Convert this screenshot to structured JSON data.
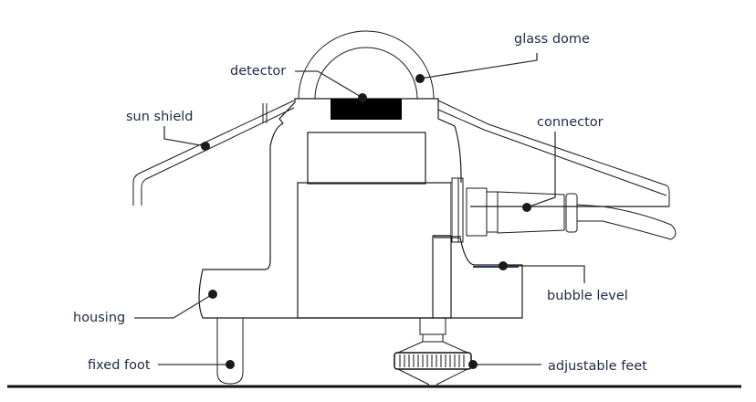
{
  "diagram": {
    "title": "Pyranometer cross-section",
    "labels": {
      "glass_dome": "glass dome",
      "detector": "detector",
      "sun_shield": "sun shield",
      "connector": "connector",
      "bubble_level": "bubble level",
      "housing": "housing",
      "fixed_foot": "fixed foot",
      "adjustable_feet": "adjustable feet"
    },
    "colors": {
      "label_text": "#1f2a48",
      "line": "#1a1a1a",
      "bubble_level_line": "#1f3a5f"
    }
  }
}
